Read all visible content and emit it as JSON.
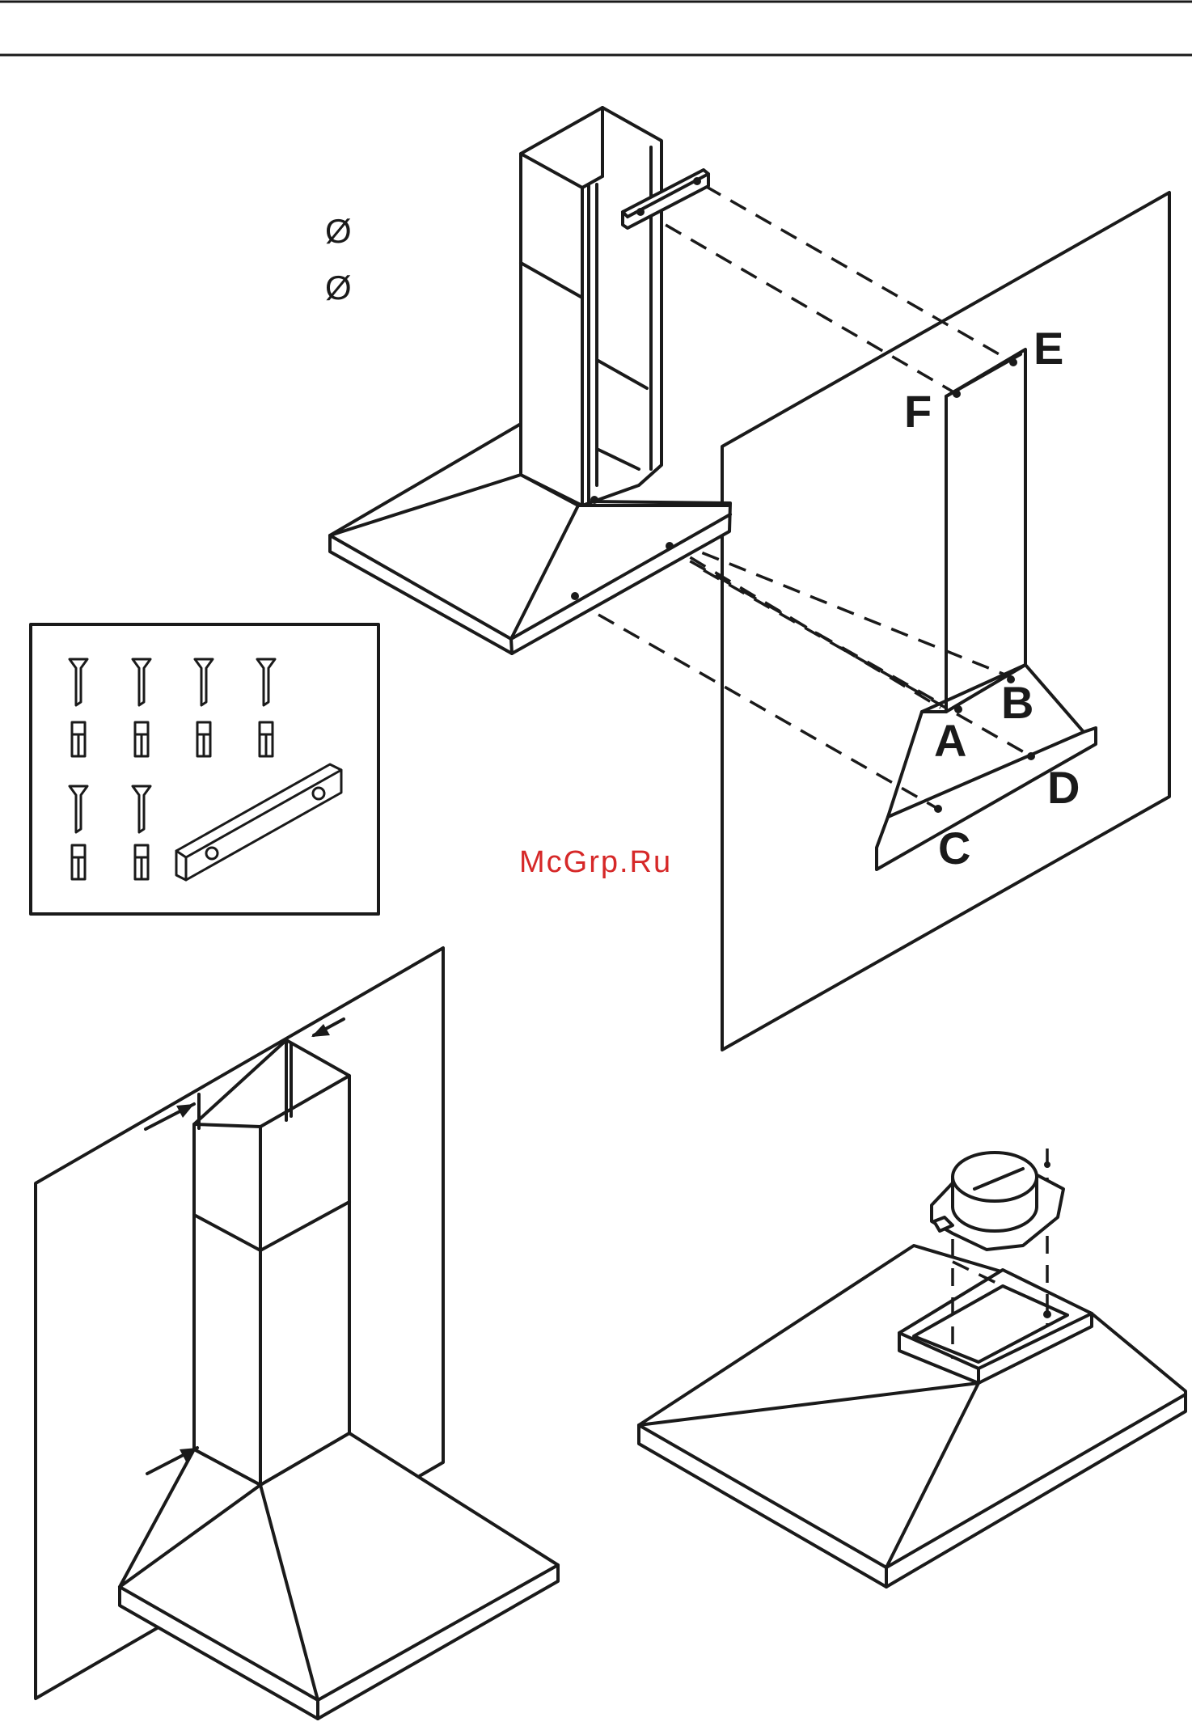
{
  "labels": {
    "A": "A",
    "B": "B",
    "C": "C",
    "D": "D",
    "E": "E",
    "F": "F"
  },
  "diameter_symbols": [
    "Ø",
    "Ø"
  ],
  "watermark": "McGrp.Ru",
  "colors": {
    "line": "#1a1a1a",
    "background": "#ffffff",
    "watermark": "#d62828"
  },
  "icons": {
    "screw": "screw-icon",
    "wall_plug": "wall-plug-icon",
    "bracket": "bracket-icon",
    "arrow": "arrow-icon"
  }
}
